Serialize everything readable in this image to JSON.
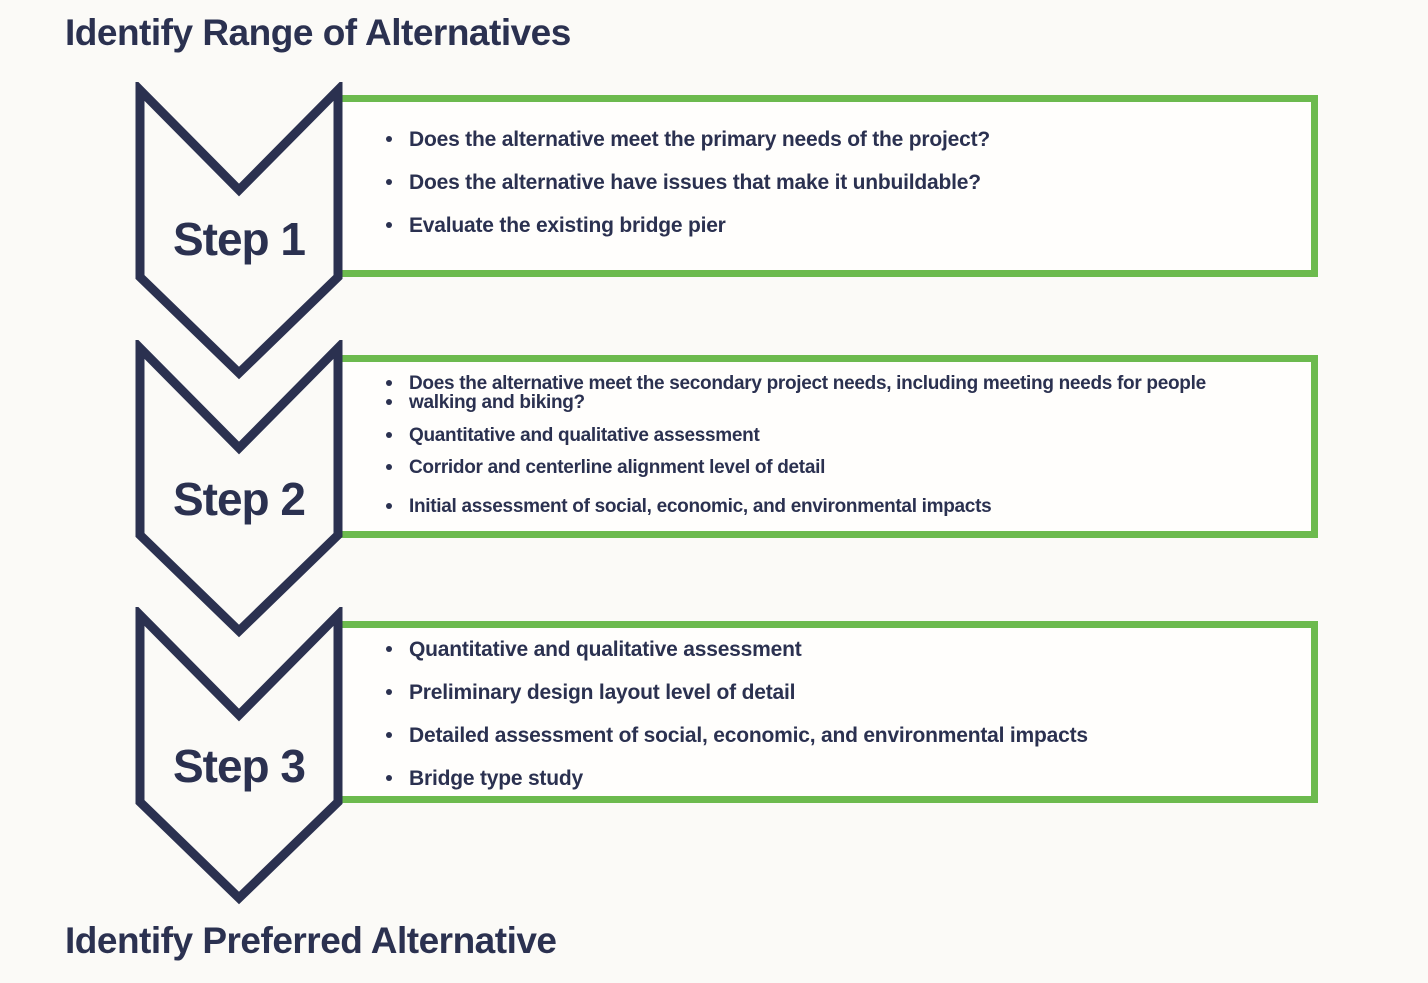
{
  "colors": {
    "navy": "#2b3150",
    "green": "#6cba4e",
    "bg": "#fbfaf7",
    "boxfill": "#fffefc"
  },
  "header": {
    "title": "Identify Range of Alternatives"
  },
  "footer": {
    "title": "Identify Preferred Alternative"
  },
  "steps": [
    {
      "label": "Step 1",
      "bullets": [
        "Does the alternative meet the primary needs of the project?",
        "Does the alternative have issues that make it unbuildable?",
        "Evaluate the existing bridge pier"
      ]
    },
    {
      "label": "Step 2",
      "bullets": [
        "Does the alternative meet the secondary project needs, including meeting needs for people",
        "walking and biking?",
        "Quantitative and qualitative assessment",
        "Corridor and centerline alignment level of detail",
        "Initial assessment of social, economic, and environmental impacts"
      ]
    },
    {
      "label": "Step 3",
      "bullets": [
        "Quantitative and qualitative assessment",
        "Preliminary design layout level of detail",
        "Detailed assessment of social, economic, and environmental impacts",
        "Bridge type study"
      ]
    }
  ]
}
